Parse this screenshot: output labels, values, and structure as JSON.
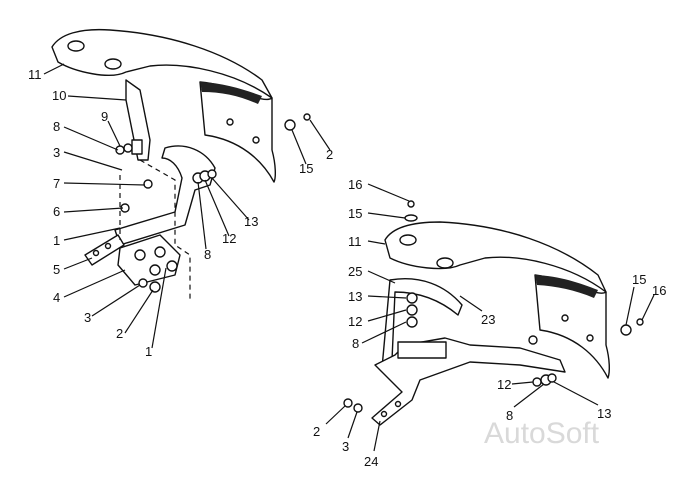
{
  "watermark": "AutoSoft",
  "callouts": {
    "left": [
      "11",
      "10",
      "9",
      "8",
      "3",
      "7",
      "6",
      "1",
      "5",
      "4",
      "3",
      "2",
      "1",
      "8",
      "12",
      "13",
      "15",
      "2"
    ],
    "right": [
      "16",
      "15",
      "11",
      "25",
      "13",
      "12",
      "8",
      "23",
      "15",
      "16",
      "12",
      "8",
      "13",
      "2",
      "3",
      "24"
    ]
  }
}
